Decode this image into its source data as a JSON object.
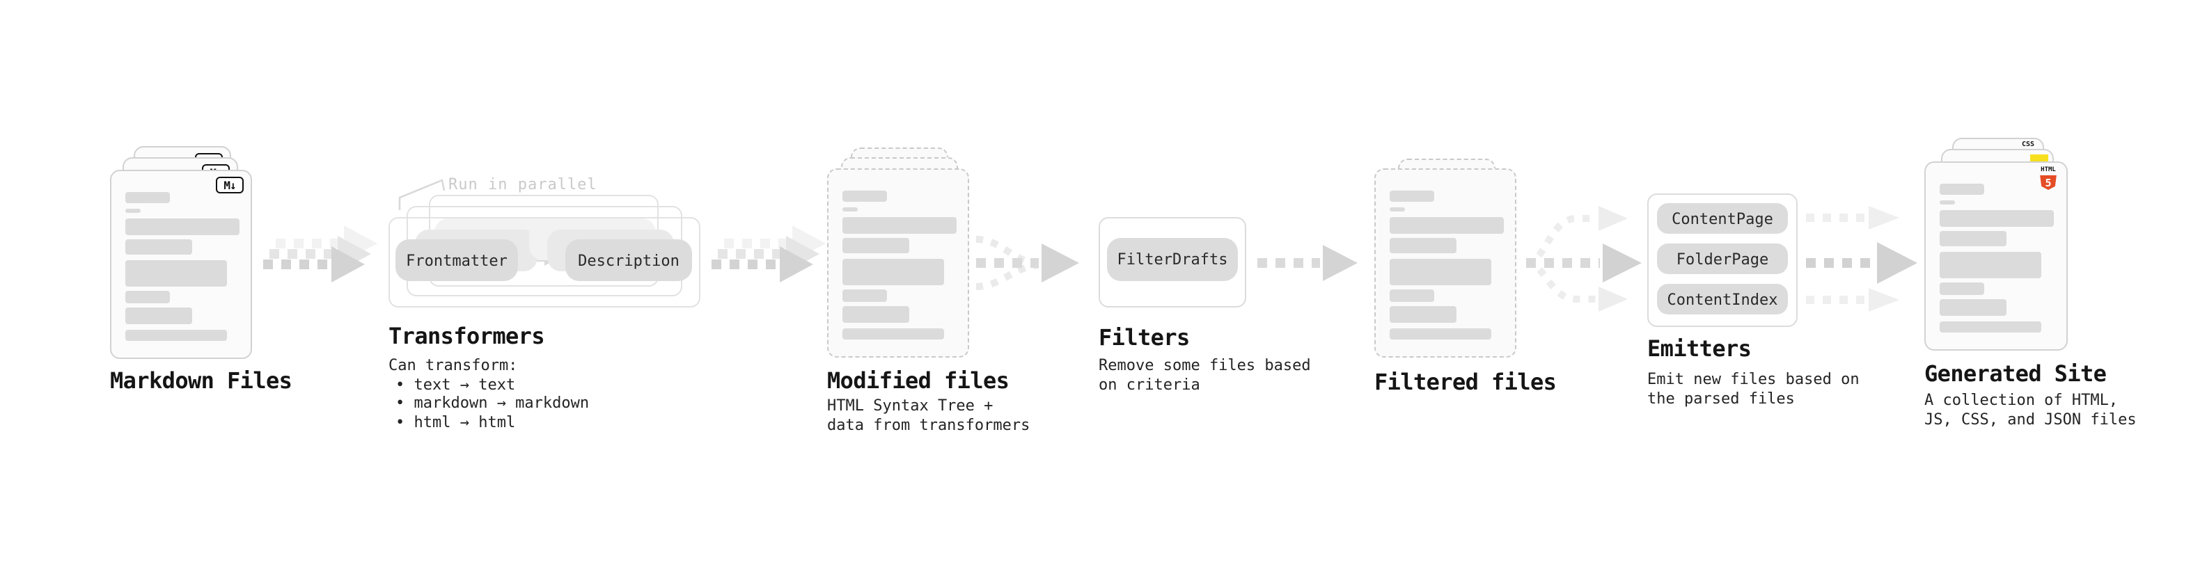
{
  "stages": {
    "markdown_files": {
      "label": "Markdown Files",
      "badge": "M↓"
    },
    "transformers": {
      "label": "Transformers",
      "parallel_note": "Run in parallel",
      "boxes": [
        "Frontmatter",
        "Description"
      ],
      "caption_title": "Can transform:",
      "caption_items": [
        "• text → text",
        "• markdown → markdown",
        "• html → html"
      ]
    },
    "modified_files": {
      "label": "Modified files",
      "caption": [
        "HTML Syntax Tree +",
        "data from transformers"
      ]
    },
    "filters": {
      "label": "Filters",
      "boxes": [
        "FilterDrafts"
      ],
      "caption": [
        "Remove some files based",
        "on criteria"
      ]
    },
    "filtered_files": {
      "label": "Filtered files"
    },
    "emitters": {
      "label": "Emitters",
      "boxes": [
        "ContentPage",
        "FolderPage",
        "ContentIndex"
      ],
      "caption": [
        "Emit new files based on",
        "the parsed files"
      ]
    },
    "generated_site": {
      "label": "Generated Site",
      "caption": [
        "A collection of HTML,",
        "JS, CSS, and JSON files"
      ],
      "badges": {
        "css": "CSS",
        "html": "HTML",
        "html_number": "5"
      }
    }
  },
  "colors": {
    "html5_orange": "#e44d26",
    "js_yellow": "#f7df1e",
    "css_blue": "#2e63f1",
    "card_border": "#d2d2d2",
    "dashed_border": "#c9c9c9",
    "placeholder_bar": "#dbdbdb",
    "box_fill": "#dcdcdc",
    "arrow": "#d3d3d3",
    "faint_label": "#c9c9c9",
    "text": "#1c1c1c"
  }
}
